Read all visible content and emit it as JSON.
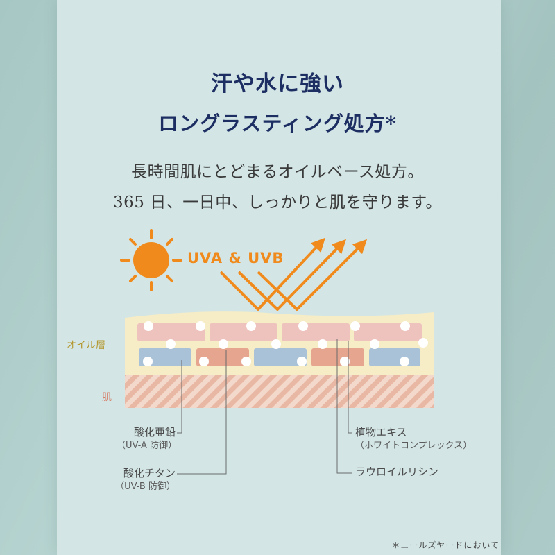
{
  "heading": {
    "line1": "汗や水に強い",
    "line2": "ロングラスティング処方*"
  },
  "lead": {
    "line1": "長時間肌にとどまるオイルベース処方。",
    "line2": "365 日、一日中、しっかりと肌を守ります。"
  },
  "uv_label": "UVA & UVB",
  "layers": {
    "oil": "オイル層",
    "skin": "肌"
  },
  "callouts": {
    "zinc_oxide": {
      "name": "酸化亜鉛",
      "note": "（UV-A 防御）"
    },
    "titanium_oxide": {
      "name": "酸化チタン",
      "note": "（UV-B 防御）"
    },
    "plant_extract": {
      "name": "植物エキス",
      "note": "（ホワイトコンプレックス）"
    },
    "lauroyl_lysine": {
      "name": "ラウロイルリシン"
    }
  },
  "footnote": "＊ニールズヤードにおいて",
  "colors": {
    "title": "#1d2e63",
    "sun_orange": "#f08a1c",
    "oil_layer": "#f6ecc6",
    "skin_stripe": "#e7b6a2",
    "panel": "#d3e6e5"
  },
  "icons": [
    "sun-icon",
    "uv-arrow-icon"
  ]
}
